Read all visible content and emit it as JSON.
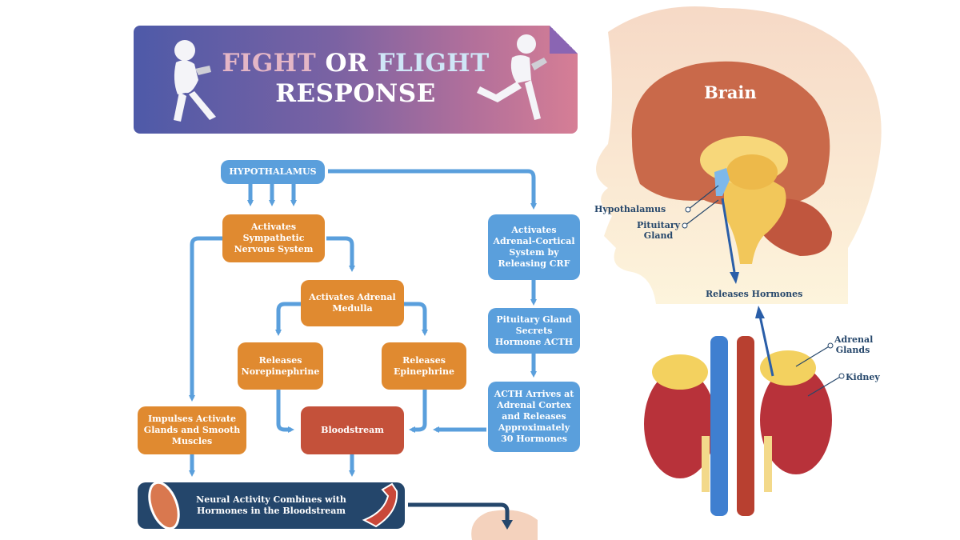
{
  "banner": {
    "title_word1": "FIGHT",
    "title_word2": "OR",
    "title_word3": "FLIGHT",
    "title_line2": "RESPONSE",
    "icons": [
      "fighting-person-icon",
      "running-person-icon"
    ]
  },
  "flowchart": {
    "hypothalamus": "HYPOTHALAMUS",
    "sympathetic": "Activates Sympathetic Nervous System",
    "adrenal_medulla": "Activates Adrenal Medulla",
    "norepinephrine": "Releases Norepinephrine",
    "epinephrine": "Releases Epinephrine",
    "impulses": "Impulses Activate Glands and Smooth Muscles",
    "bloodstream": "Bloodstream",
    "adrenal_cortical": "Activates Adrenal-Cortical System by Releasing CRF",
    "pituitary_acth": "Pituitary Gland Secrets Hormone ACTH",
    "acth_arrives": "ACTH Arrives at Adrenal Cortex and Releases Approximately 30 Hormones",
    "neural_combines": "Neural Activity Combines with Hormones in the Bloodstream"
  },
  "anatomy": {
    "brain_title": "Brain",
    "hypothalamus_label": "Hypothalamus",
    "pituitary_label": "Pituitary Gland",
    "releases_hormones": "Releases Hormones",
    "adrenal_label": "Adrenal Glands",
    "kidney_label": "Kidney"
  },
  "colors": {
    "blue_box": "#5a9fdc",
    "orange_box": "#e08a30",
    "red_box": "#c4513a",
    "navy_box": "#24466b",
    "arrow": "#5a9fdc"
  }
}
